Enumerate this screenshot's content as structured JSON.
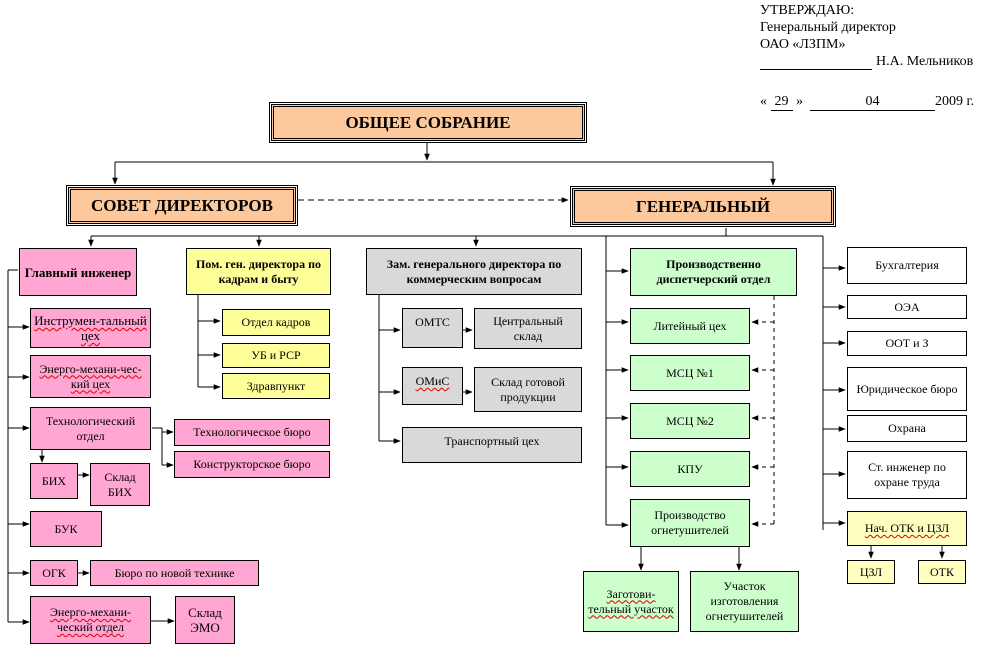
{
  "approval": {
    "title": "УТВЕРЖДАЮ:",
    "position": "Генеральный директор",
    "company": "ОАО «ЛЗПМ»",
    "signatory": "Н.А. Мельников",
    "date_day": "29",
    "date_month": "04",
    "date_year": "2009 г.",
    "quote_open": "«",
    "quote_close": "»"
  },
  "top": {
    "general_meeting": "ОБЩЕЕ СОБРАНИЕ",
    "board": "СОВЕТ ДИРЕКТОРОВ",
    "general_director": "ГЕНЕРАЛЬНЫЙ"
  },
  "chief_engineer": {
    "title": "Главный инженер",
    "children": [
      "Инструмен-тальный  цех",
      "Энерго-механи-чес-кий цех",
      "Технологический отдел",
      "БИХ",
      "Склад БИХ",
      "Технологическое бюро",
      "Конструкторское бюро",
      "БУК",
      "ОГК",
      "Бюро по новой технике",
      "Энерго-механи-ческий отдел",
      "Склад ЭМО"
    ]
  },
  "hr_assistant": {
    "title": "Пом. ген. директора по кадрам и быту",
    "children": [
      "Отдел кадров",
      "УБ и РСР",
      "Здравпункт"
    ]
  },
  "commercial_deputy": {
    "title": "Зам. генерального директора по коммерческим вопросам",
    "children": [
      "ОМТС",
      "Центральный склад",
      "ОМиС",
      "Склад готовой продукции",
      "Транспортный цех"
    ]
  },
  "production_dispatch": {
    "title": "Производственно диспетчерский отдел",
    "children": [
      "Литейный цех",
      "МСЦ №1",
      "МСЦ №2",
      "КПУ",
      "Производство огнетушителей",
      "Заготови-тельный участок",
      "Участок изготовления огнетушителей"
    ]
  },
  "direct_units": [
    "Бухгалтерия",
    "ОЭА",
    "ООТ и З",
    "Юридическое бюро",
    "Охрана",
    "Ст. инженер по охране труда",
    "Нач. ОТК и ЦЗЛ",
    "ЦЗЛ",
    "ОТК"
  ],
  "colors": {
    "top_level": "#fdc89c",
    "engineering": "#ffa6d2",
    "hr": "#ffff99",
    "commercial": "#d9d9d9",
    "production": "#ccffcc",
    "direct": "#ffffff",
    "quality": "#ffffc0"
  }
}
